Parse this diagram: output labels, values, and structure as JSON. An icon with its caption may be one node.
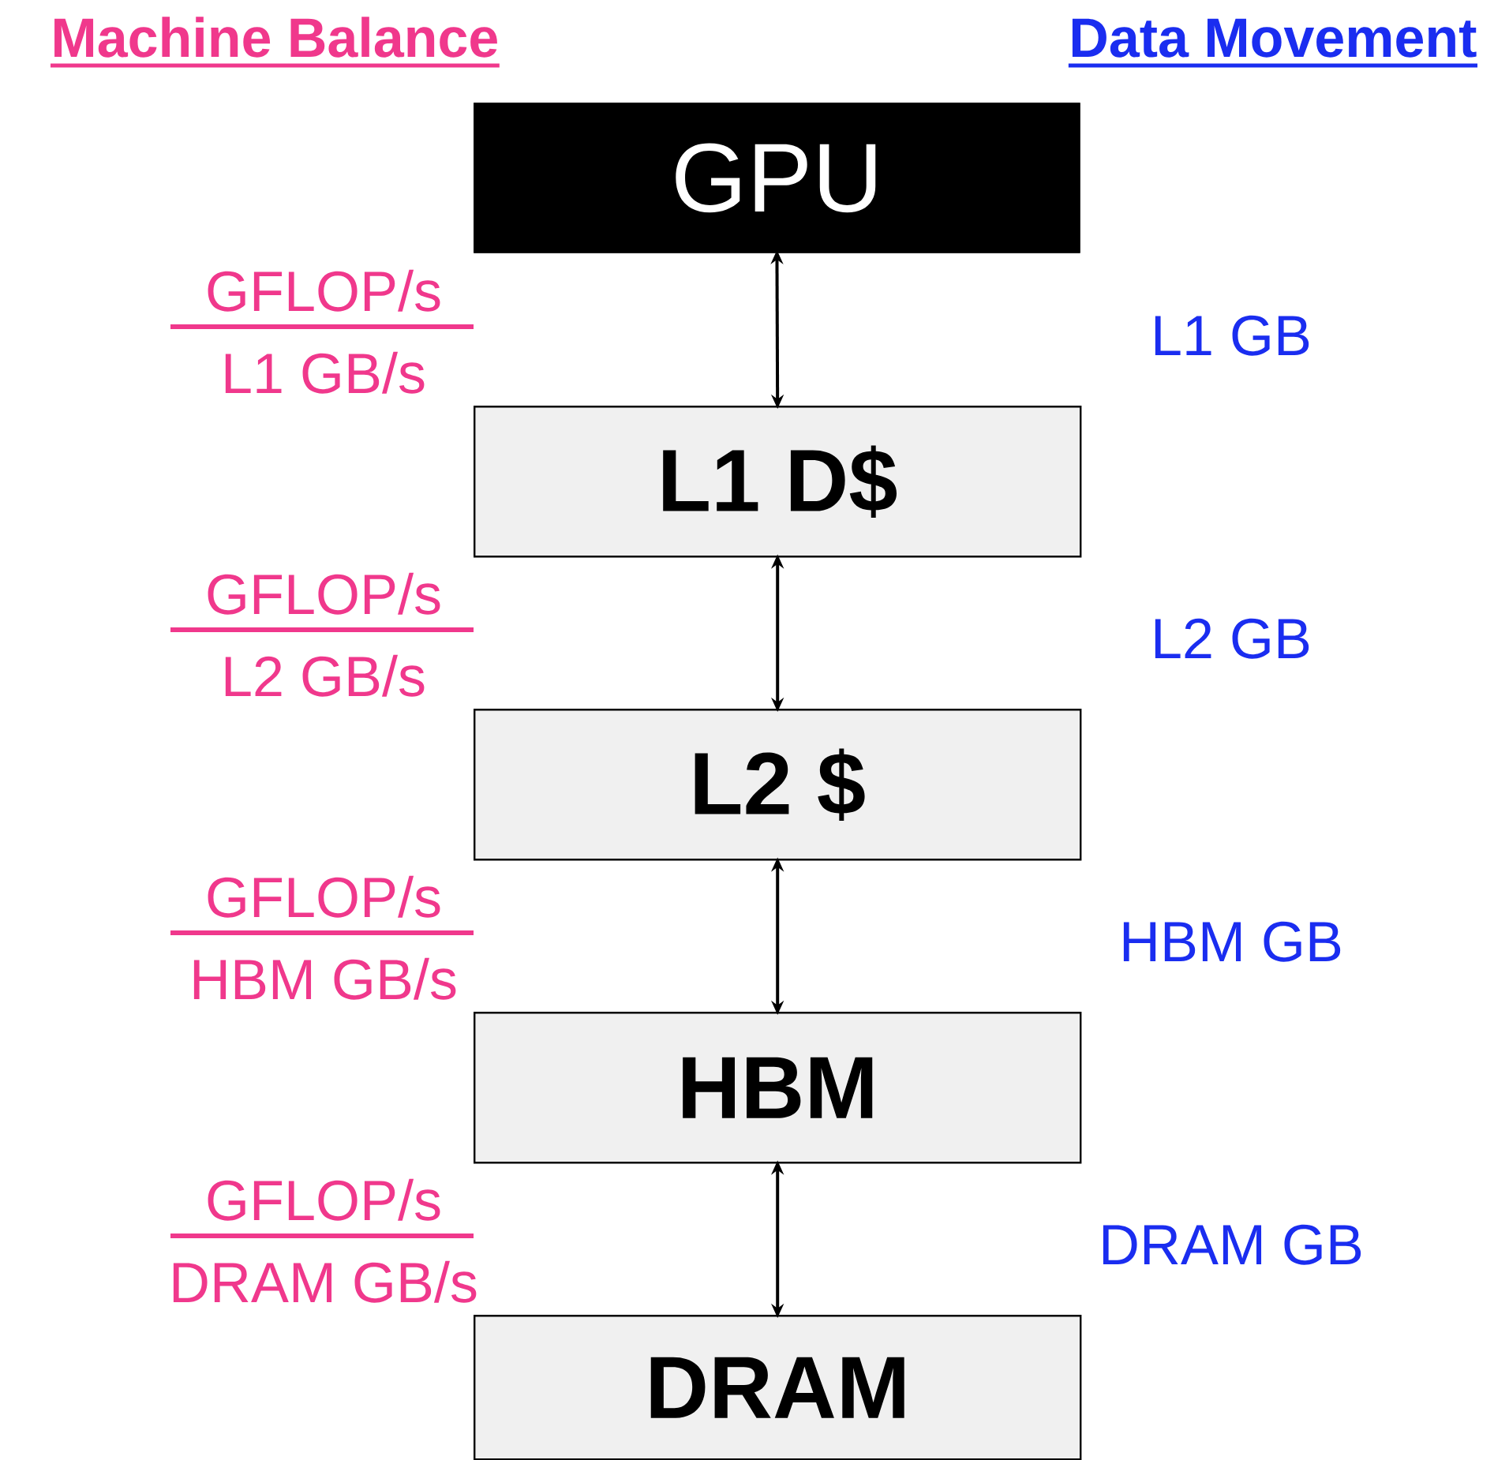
{
  "diagram": {
    "nodes": [
      {
        "text": [
          "GPU"
        ]
      },
      {
        "text": [
          "L1 D$"
        ]
      },
      {
        "text": [
          "L2 $"
        ]
      },
      {
        "text": [
          "HBM"
        ]
      },
      {
        "text": [
          "DRAM"
        ]
      }
    ],
    "edges": [
      {
        "from": 0,
        "to": 1,
        "arrow": "both"
      },
      {
        "from": 1,
        "to": 2,
        "arrow": "both"
      },
      {
        "from": 2,
        "to": 3,
        "arrow": "both"
      },
      {
        "from": 3,
        "to": 4,
        "arrow": "both"
      }
    ],
    "labels": [
      "Machine Balance",
      "Data Movement",
      "GFLOP/s",
      "L1 GB/s",
      "L1 GB",
      "GFLOP/s",
      "L2 GB/s",
      "L2 GB",
      "GFLOP/s",
      "HBM GB/s",
      "HBM GB",
      "GFLOP/s",
      "DRAM GB/s",
      "DRAM GB"
    ]
  }
}
